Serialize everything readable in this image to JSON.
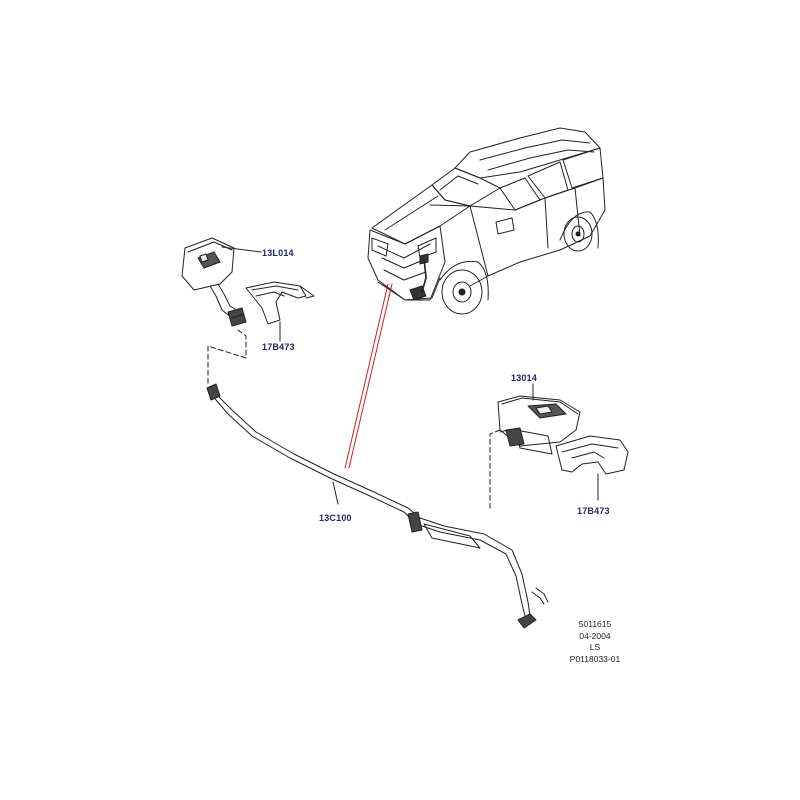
{
  "labels": {
    "jet_left": "13L014",
    "cover_left": "17B473",
    "jet_right": "13014",
    "cover_right": "17B473",
    "hose": "13C100"
  },
  "stamp": {
    "code": "5011615",
    "date": "04-2004",
    "author": "LS",
    "ref": "P0118033-01"
  },
  "colors": {
    "label_text": "#1c2a6a",
    "line_art": "#222222",
    "callout_red": "#cc2020"
  }
}
